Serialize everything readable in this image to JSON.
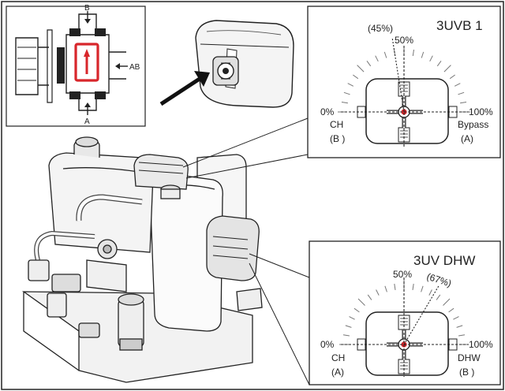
{
  "inset_schematic": {
    "port_top": "B",
    "port_right": "AB",
    "port_bottom": "A"
  },
  "dial_upper": {
    "title": "3UVB 1",
    "pct_mid": "50%",
    "pct_setting": "(45%)",
    "pct_left": "0%",
    "pct_right": "100%",
    "left_name": "CH",
    "left_port": "(B )",
    "right_name": "Bypass",
    "right_port": "(A)",
    "setting_value": 45
  },
  "dial_lower": {
    "title": "3UV DHW",
    "pct_mid": "50%",
    "pct_setting": "(67%)",
    "pct_left": "0%",
    "pct_right": "100%",
    "left_name": "CH",
    "left_port": "(A)",
    "right_name": "DHW",
    "right_port": "(B )",
    "setting_value": 67
  },
  "colors": {
    "highlight": "#d8262b",
    "line": "#1a1a1a"
  }
}
